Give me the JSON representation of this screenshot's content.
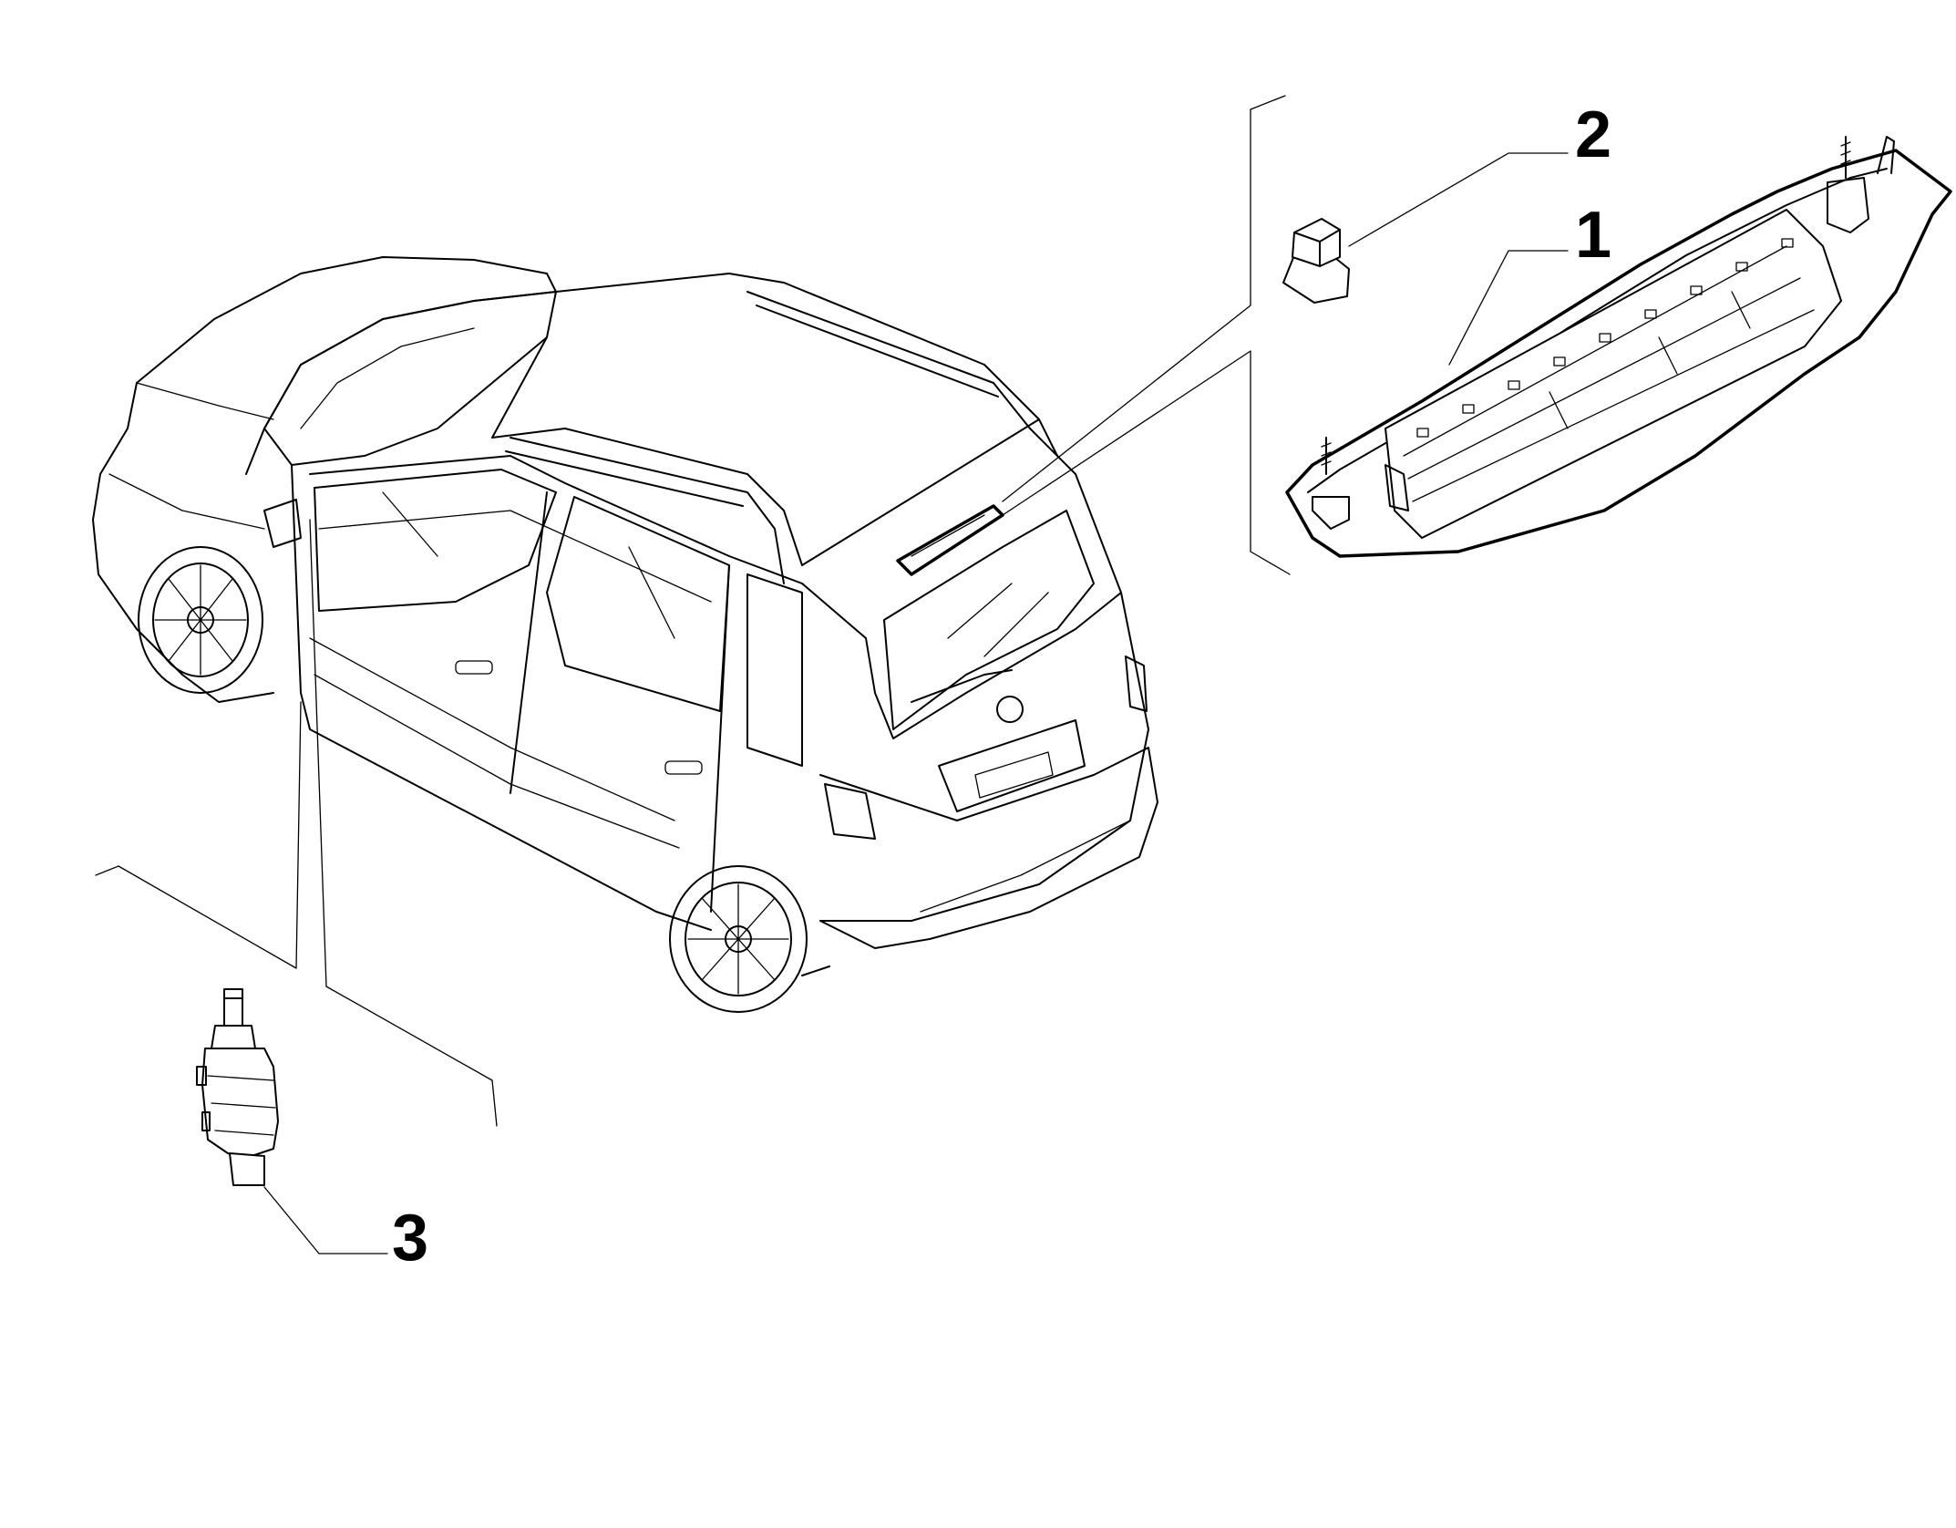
{
  "callouts": {
    "part_1": "1",
    "part_2": "2",
    "part_3": "3"
  },
  "colors": {
    "ink": "#000000",
    "paper": "#ffffff"
  },
  "icons": [
    "car-illustration",
    "third-brake-light-icon",
    "plug-cap-icon",
    "stop-light-switch-icon"
  ]
}
